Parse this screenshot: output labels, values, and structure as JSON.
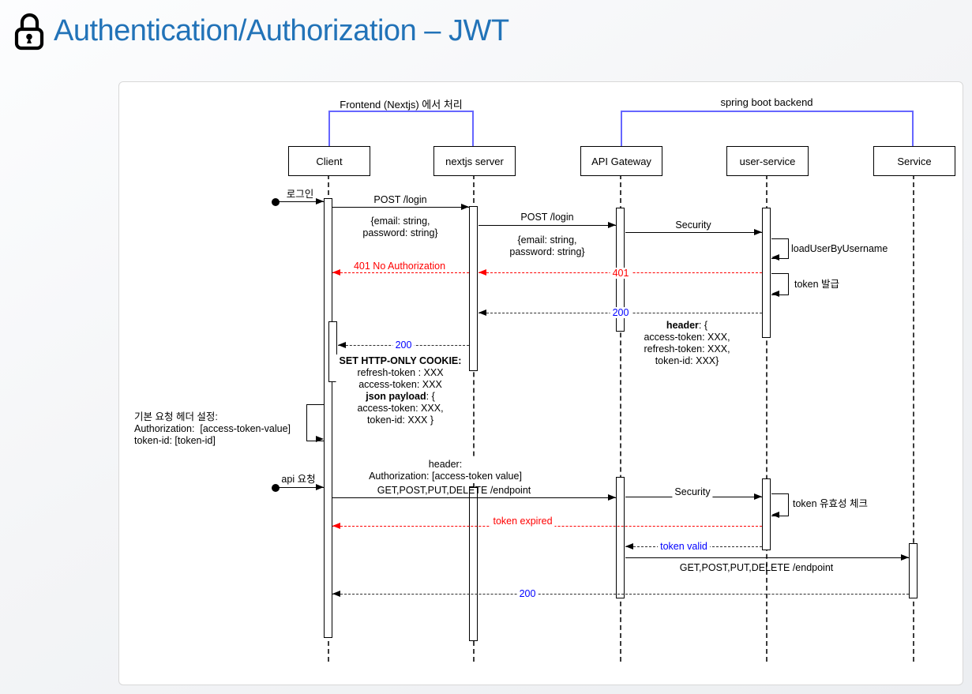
{
  "title": {
    "text": "Authentication/Authorization – JWT"
  },
  "diagram": {
    "groups": {
      "frontend": "Frontend (Nextjs) 에서 처리",
      "backend": "spring boot backend"
    },
    "participants": {
      "client": "Client",
      "nextjs": "nextjs server",
      "gateway": "API Gateway",
      "user_service": "user-service",
      "service": "Service"
    },
    "messages": {
      "login_trigger": "로그인",
      "post_login": "POST /login",
      "post_login_body_1": "{email: string,",
      "post_login_body_2": "password: string}",
      "security": "Security",
      "load_user": "loadUserByUsername",
      "no_auth_401": "401 No Authorization",
      "code_401": "401",
      "token_issue": "token 발급",
      "code_200": "200",
      "api_trigger": "api 요청",
      "get_endpoint": "GET,POST,PUT,DELETE /endpoint",
      "token_check": "token 유효성 체크",
      "token_expired": "token expired",
      "token_valid": "token valid"
    },
    "notes": {
      "resp_header": {
        "key": "header",
        "open": ": {",
        "line1": "access-token: XXX,",
        "line2": "refresh-token: XXX,",
        "line3": "token-id: XXX}"
      },
      "cookie": {
        "title": "SET HTTP-ONLY COOKIE:",
        "line1": "refresh-token : XXX",
        "line2": "access-token: XXX",
        "json_key": "json payload",
        "json_open": ": {",
        "line3": "access-token: XXX,",
        "line4": "token-id: XXX }"
      },
      "default_header": {
        "line1": "기본 요청 헤더 설정:",
        "line2": "Authorization:  [access-token-value]",
        "line3": "token-id: [token-id]"
      },
      "api_header": {
        "line1": "header:",
        "line2": "Authorization: [access-token value]"
      }
    },
    "colors": {
      "title_blue": "#2273b8",
      "bracket_blue": "#6666ff",
      "error_red": "#ff0000",
      "status_blue": "#0000ff"
    }
  }
}
